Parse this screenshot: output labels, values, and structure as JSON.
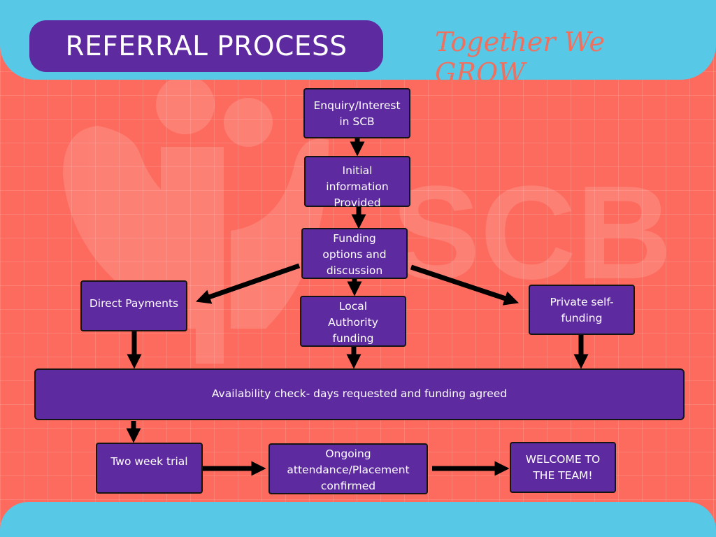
{
  "header": {
    "title": "REFERRAL PROCESS",
    "tagline": "Together We GROW"
  },
  "watermark": {
    "text": "SCB",
    "icon": "scb-people-logo"
  },
  "flow": {
    "enquiry": "Enquiry/Interest in SCB",
    "initial_info": "Initial information Provided",
    "funding_options": "Funding options and discussion",
    "direct_payments": "Direct Payments",
    "local_authority": "Local Authority funding",
    "private_self": "Private self-funding",
    "availability": "Availability check- days requested and funding agreed",
    "trial": "Two week trial",
    "ongoing": "Ongoing attendance/Placement confirmed",
    "welcome": "WELCOME TO THE TEAM!"
  },
  "colors": {
    "background": "#fd6b5e",
    "band": "#58c8e7",
    "box": "#5e2aa0",
    "tagline": "#f0705f"
  }
}
